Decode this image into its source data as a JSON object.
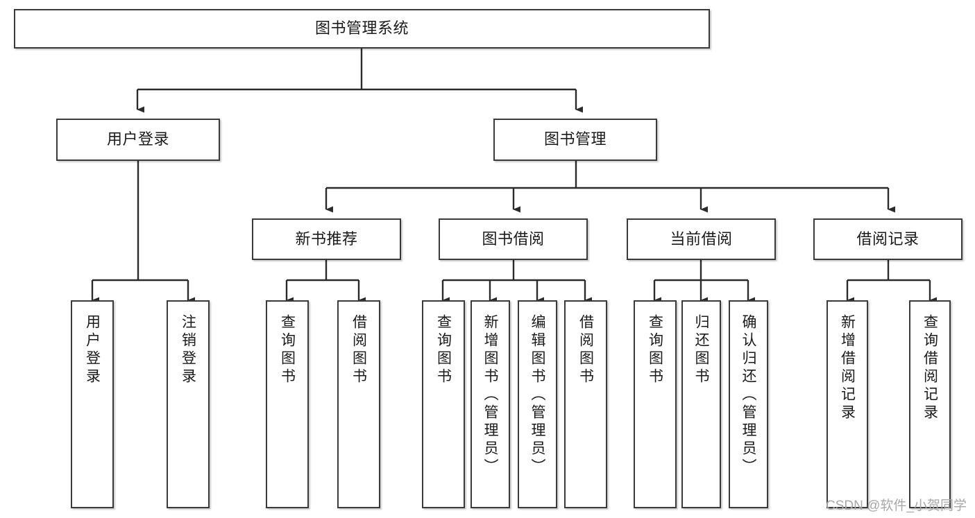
{
  "diagram": {
    "title": "图书管理系统",
    "type": "tree-hierarchy-diagram",
    "colors": {
      "box_border": "#3a3a3a",
      "box_fill": "#ffffff",
      "connector": "#2b2b2b",
      "text": "#1a1a1a",
      "watermark": "#a8a8a8",
      "background": "#ffffff"
    },
    "root": {
      "label": "图书管理系统"
    },
    "level2": [
      {
        "label": "用户登录"
      },
      {
        "label": "图书管理"
      }
    ],
    "level3": [
      {
        "label": "新书推荐"
      },
      {
        "label": "图书借阅"
      },
      {
        "label": "当前借阅"
      },
      {
        "label": "借阅记录"
      }
    ],
    "leaves": {
      "user_login": [
        {
          "label": "用户登录"
        },
        {
          "label": "注销登录"
        }
      ],
      "new_book_recommend": [
        {
          "label": "查询图书"
        },
        {
          "label": "借阅图书"
        }
      ],
      "book_borrow": [
        {
          "label": "查询图书"
        },
        {
          "label": "新增图书（管理员）"
        },
        {
          "label": "编辑图书（管理员）"
        },
        {
          "label": "借阅图书"
        }
      ],
      "current_borrow": [
        {
          "label": "查询图书"
        },
        {
          "label": "归还图书"
        },
        {
          "label": "确认归还（管理员）"
        }
      ],
      "borrow_record": [
        {
          "label": "新增借阅记录"
        },
        {
          "label": "查询借阅记录"
        }
      ]
    }
  },
  "watermark": {
    "text": "CSDN @软件_小贺同学"
  }
}
